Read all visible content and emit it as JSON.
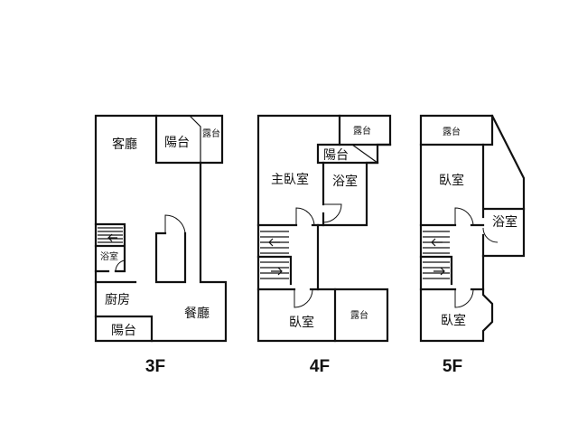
{
  "floors": {
    "f3": {
      "label": "3F",
      "rooms": {
        "living": "客廳",
        "balcony_top": "陽台",
        "terrace": "露台",
        "bath": "浴室",
        "kitchen": "廚房",
        "dining": "餐廳",
        "balcony_bottom": "陽台"
      }
    },
    "f4": {
      "label": "4F",
      "rooms": {
        "terrace_top": "露台",
        "balcony": "陽台",
        "master_bedroom": "主臥室",
        "bath": "浴室",
        "bedroom": "臥室",
        "terrace_bottom": "露台"
      }
    },
    "f5": {
      "label": "5F",
      "rooms": {
        "terrace": "露台",
        "bedroom_top": "臥室",
        "bath": "浴室",
        "bedroom_bottom": "臥室"
      }
    }
  }
}
